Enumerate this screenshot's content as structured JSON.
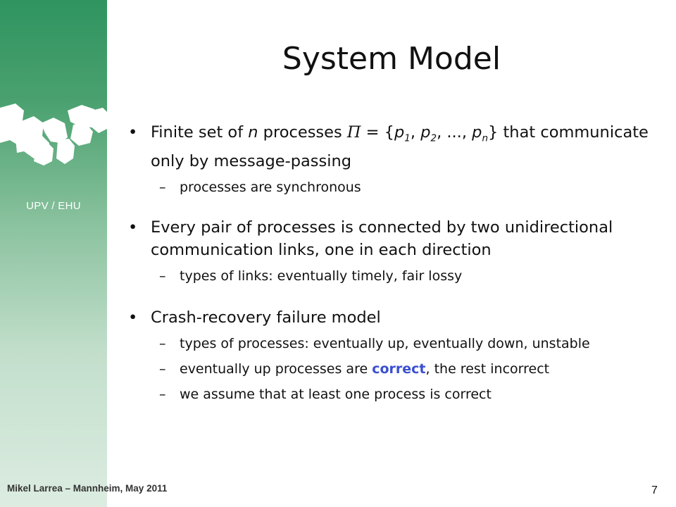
{
  "slide": {
    "title": "System Model",
    "logo_caption": "UPV / EHU",
    "footer": "Mikel Larrea – Mannheim, May 2011",
    "page_number": "7"
  },
  "bullets": [
    {
      "text": "Finite set of n processes Π = {p1, p2, ..., pn} that communicate only by message-passing",
      "subs": [
        "processes are synchronous"
      ]
    },
    {
      "text": "Every pair of processes is connected by two unidirectional communication links, one in each direction",
      "subs": [
        "types of links: eventually timely, fair lossy"
      ]
    },
    {
      "text": "Crash-recovery failure model",
      "subs": [
        "types of processes: eventually up, eventually down, unstable",
        "eventually up processes are correct, the rest incorrect",
        "we assume that at least one process is correct"
      ]
    }
  ],
  "bullet_parts": {
    "b0_pre": "Finite set of ",
    "b0_n": "n",
    "b0_mid": " processes ",
    "b0_pi": "Π",
    "b0_eq": " = {",
    "b0_p1": "p",
    "b0_s1": "1",
    "b0_c1": ", ",
    "b0_p2": "p",
    "b0_s2": "2",
    "b0_c2": ", ..., ",
    "b0_pn": "p",
    "b0_sn": "n",
    "b0_end": "} that communicate only by message-passing",
    "s2_1_pre": "eventually up processes are ",
    "s2_1_hl": "correct",
    "s2_1_post": ", the rest incorrect"
  },
  "colors": {
    "accent": "#3a4fd1",
    "sidebar_top": "#2f9460",
    "sidebar_bottom": "#dcece1"
  }
}
